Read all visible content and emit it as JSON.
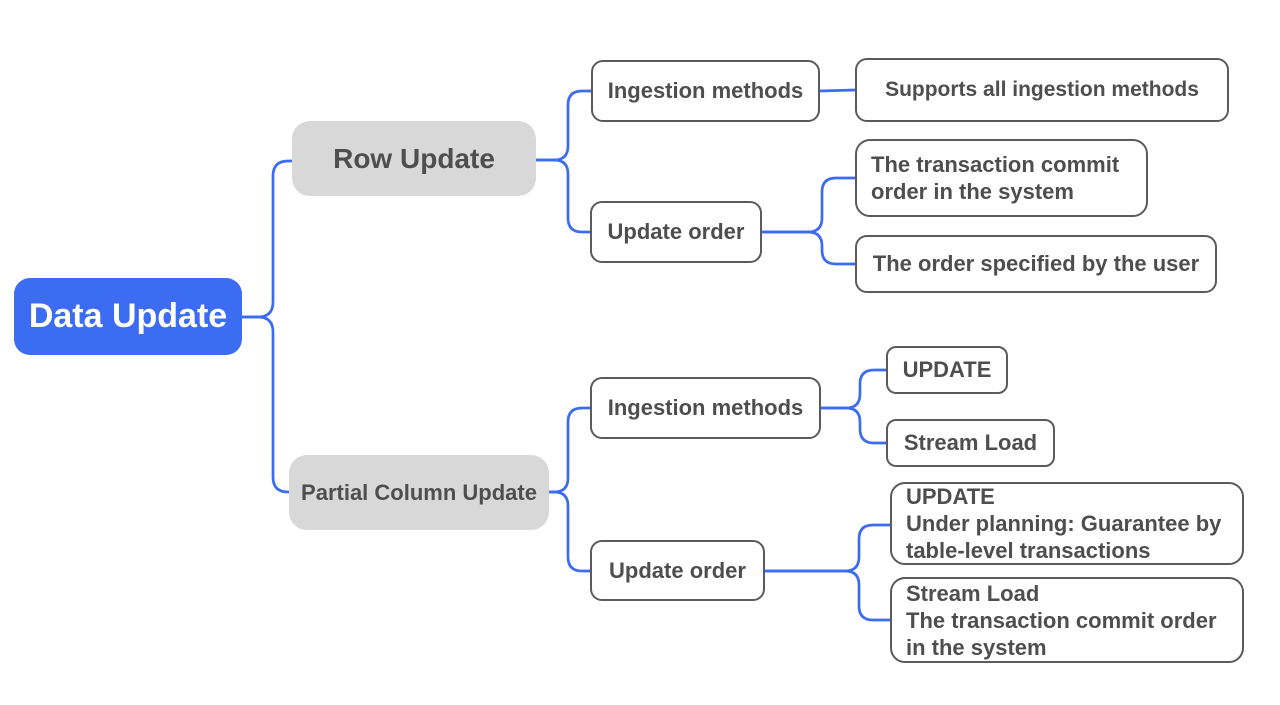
{
  "diagram": {
    "type": "mindmap",
    "topic": "Data Update",
    "colors": {
      "accent": "#3b6cf2",
      "node_gray": "#d8d8d8",
      "border": "#5b5b5b",
      "text": "#4e4e4e",
      "root_text": "#ffffff",
      "background": "#ffffff"
    },
    "nodes": {
      "root": {
        "label": "Data Update"
      },
      "row_update": {
        "label": "Row Update"
      },
      "partial_column_update": {
        "label": "Partial Column Update"
      },
      "row_ingestion_methods": {
        "label": "Ingestion methods"
      },
      "row_update_order": {
        "label": "Update order"
      },
      "row_supports_all": {
        "label": "Supports all ingestion methods"
      },
      "row_commit_order": {
        "lines": [
          "The transaction commit",
          "order in the system"
        ]
      },
      "row_user_order": {
        "label": "The order specified by the user"
      },
      "pcu_ingestion_methods": {
        "label": "Ingestion methods"
      },
      "pcu_update_order": {
        "label": "Update order"
      },
      "pcu_update": {
        "label": "UPDATE"
      },
      "pcu_stream_load": {
        "label": "Stream Load"
      },
      "pcu_order_update": {
        "lines": [
          "UPDATE",
          "Under planning: Guarantee by",
          "table-level transactions"
        ]
      },
      "pcu_order_stream": {
        "lines": [
          "Stream Load",
          "The transaction commit order",
          "in the system"
        ]
      }
    }
  }
}
